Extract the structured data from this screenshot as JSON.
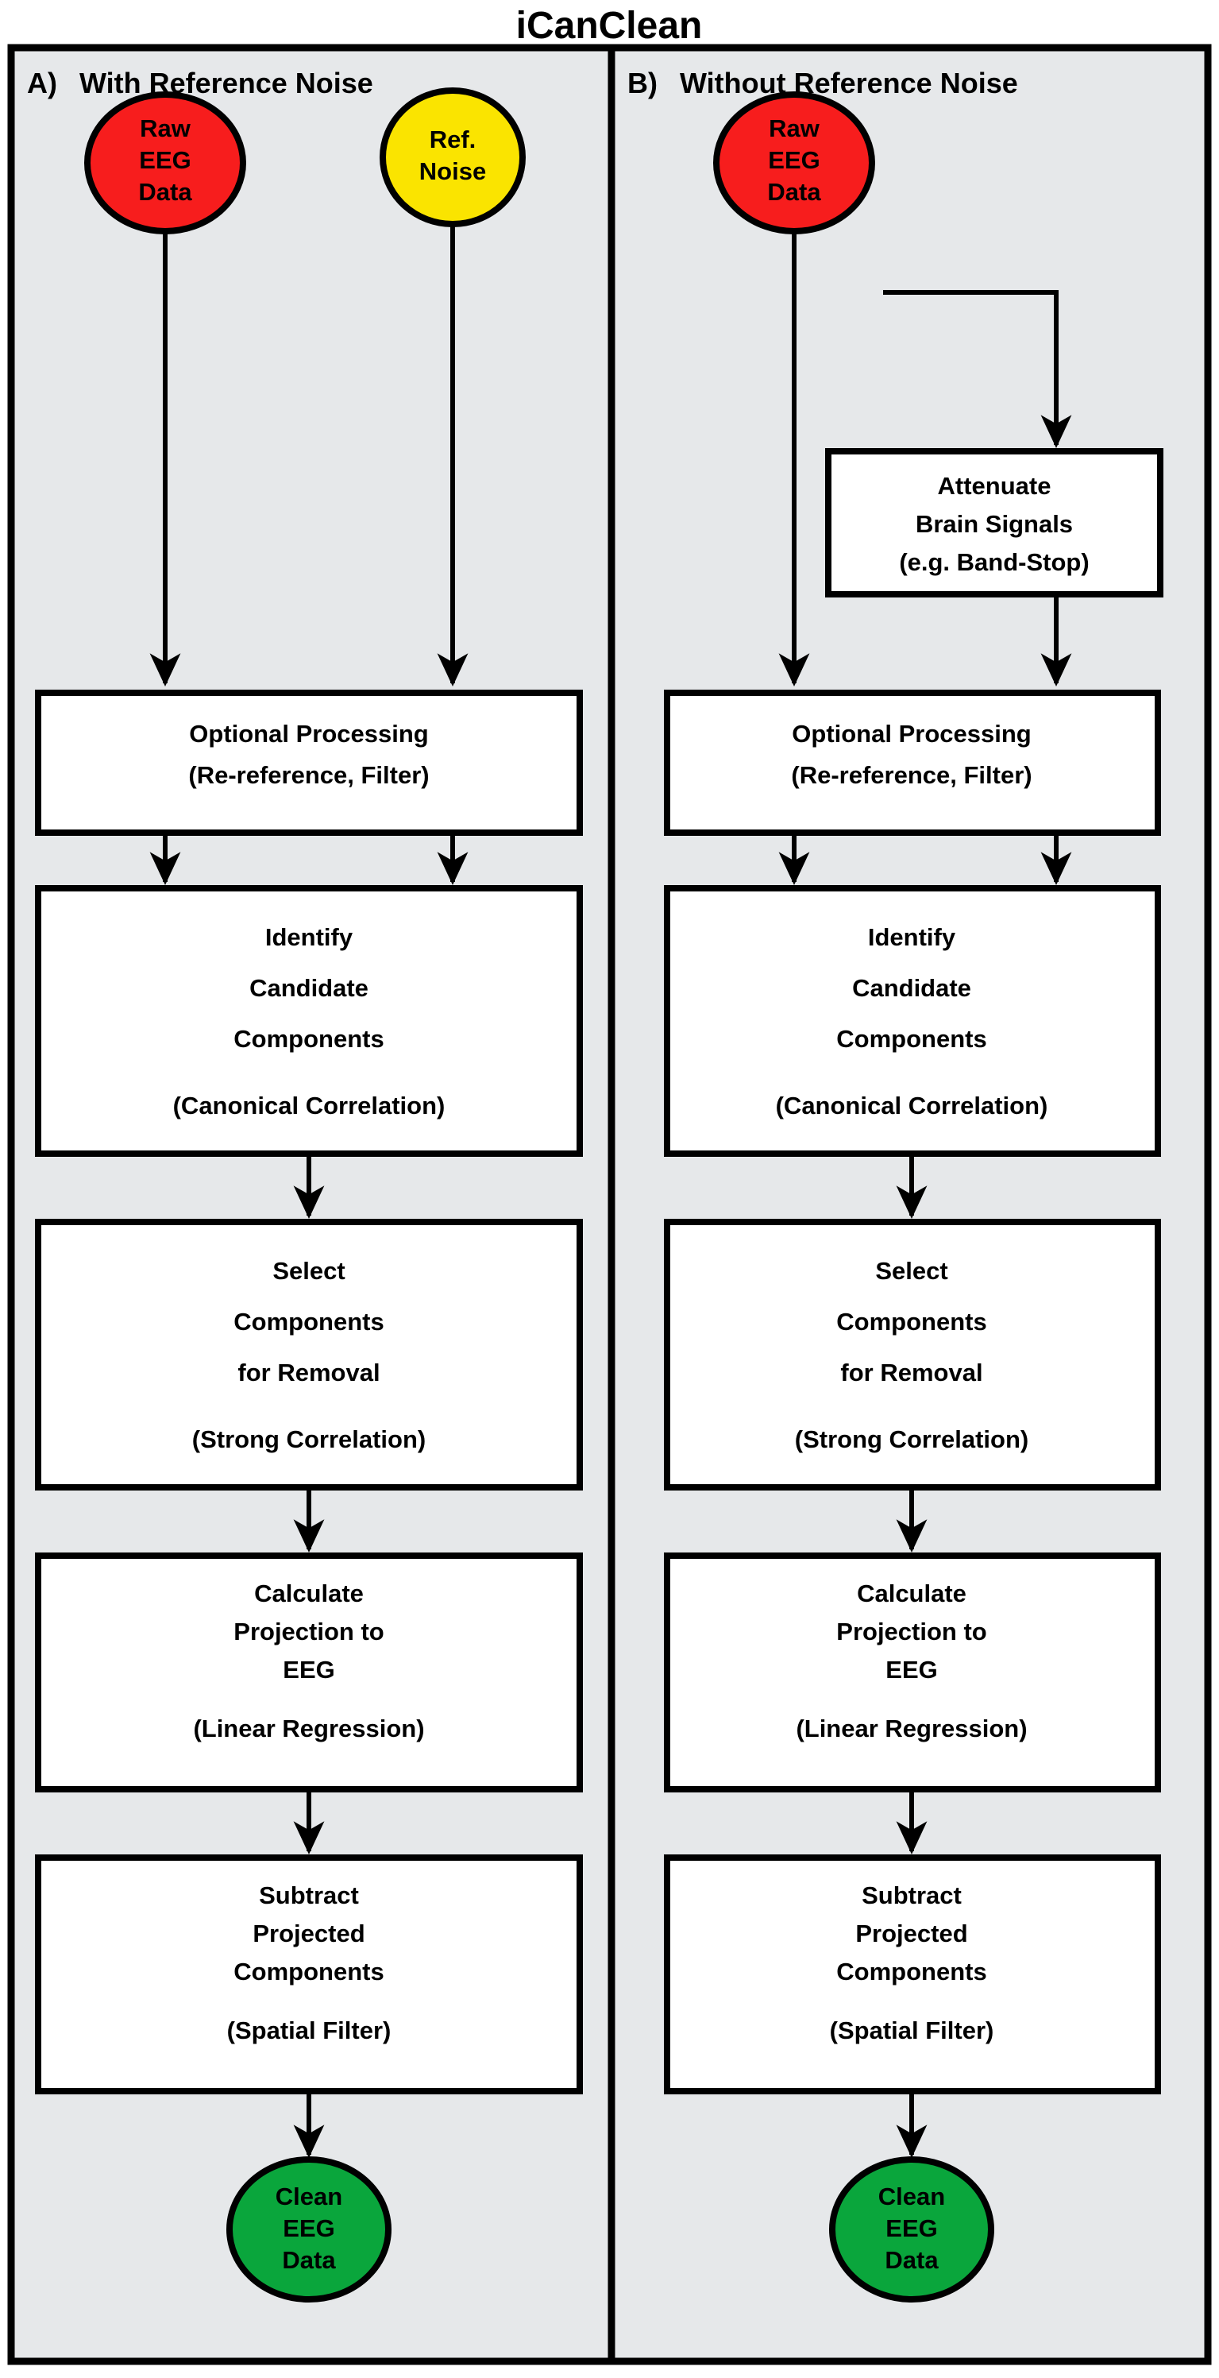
{
  "figure": {
    "title": "iCanClean",
    "background": "#FFFFFF",
    "panel_fill": "#E6E8EA",
    "stroke": "#000000"
  },
  "colors": {
    "raw_eeg": "#F71D1D",
    "ref_noise": "#FAE400",
    "clean_eeg": "#0AA63C",
    "box_fill": "#FFFFFF",
    "panel_fill": "#E6E8EA",
    "line": "#000000"
  },
  "panels": [
    {
      "id": "A",
      "tag": "A)",
      "heading": "With Reference Noise",
      "inputs": [
        {
          "name": "raw-eeg-node",
          "lines": [
            "Raw",
            "EEG",
            "Data"
          ],
          "color": "#F71D1D"
        },
        {
          "name": "ref-noise-node",
          "lines": [
            "Ref.",
            "Noise"
          ],
          "color": "#FAE400"
        }
      ],
      "steps": [
        {
          "name": "optional-processing",
          "lines": [
            "Optional Processing"
          ],
          "sub": "(Re-reference, Filter)"
        },
        {
          "name": "identify-candidate-components",
          "lines": [
            "Identify",
            "Candidate",
            "Components"
          ],
          "sub": "(Canonical Correlation)"
        },
        {
          "name": "select-components-for-removal",
          "lines": [
            "Select",
            "Components",
            "for Removal"
          ],
          "sub": "(Strong Correlation)"
        },
        {
          "name": "calculate-projection-to-eeg",
          "lines": [
            "Calculate",
            "Projection to",
            "EEG"
          ],
          "sub": "(Linear Regression)"
        },
        {
          "name": "subtract-projected-components",
          "lines": [
            "Subtract",
            "Projected",
            "Components"
          ],
          "sub": "(Spatial Filter)"
        }
      ],
      "output": {
        "name": "clean-eeg-node",
        "lines": [
          "Clean",
          "EEG",
          "Data"
        ],
        "color": "#0AA63C"
      }
    },
    {
      "id": "B",
      "tag": "B)",
      "heading": "Without Reference Noise",
      "inputs": [
        {
          "name": "raw-eeg-node",
          "lines": [
            "Raw",
            "EEG",
            "Data"
          ],
          "color": "#F71D1D"
        }
      ],
      "preprocess": {
        "name": "attenuate-brain-signals",
        "lines": [
          "Attenuate",
          "Brain Signals",
          "(e.g. Band-Stop)"
        ]
      },
      "steps": [
        {
          "name": "optional-processing",
          "lines": [
            "Optional Processing"
          ],
          "sub": "(Re-reference, Filter)"
        },
        {
          "name": "identify-candidate-components",
          "lines": [
            "Identify",
            "Candidate",
            "Components"
          ],
          "sub": "(Canonical Correlation)"
        },
        {
          "name": "select-components-for-removal",
          "lines": [
            "Select",
            "Components",
            "for Removal"
          ],
          "sub": "(Strong Correlation)"
        },
        {
          "name": "calculate-projection-to-eeg",
          "lines": [
            "Calculate",
            "Projection to",
            "EEG"
          ],
          "sub": "(Linear Regression)"
        },
        {
          "name": "subtract-projected-components",
          "lines": [
            "Subtract",
            "Projected",
            "Components"
          ],
          "sub": "(Spatial Filter)"
        }
      ],
      "output": {
        "name": "clean-eeg-node",
        "lines": [
          "Clean",
          "EEG",
          "Data"
        ],
        "color": "#0AA63C"
      }
    }
  ]
}
